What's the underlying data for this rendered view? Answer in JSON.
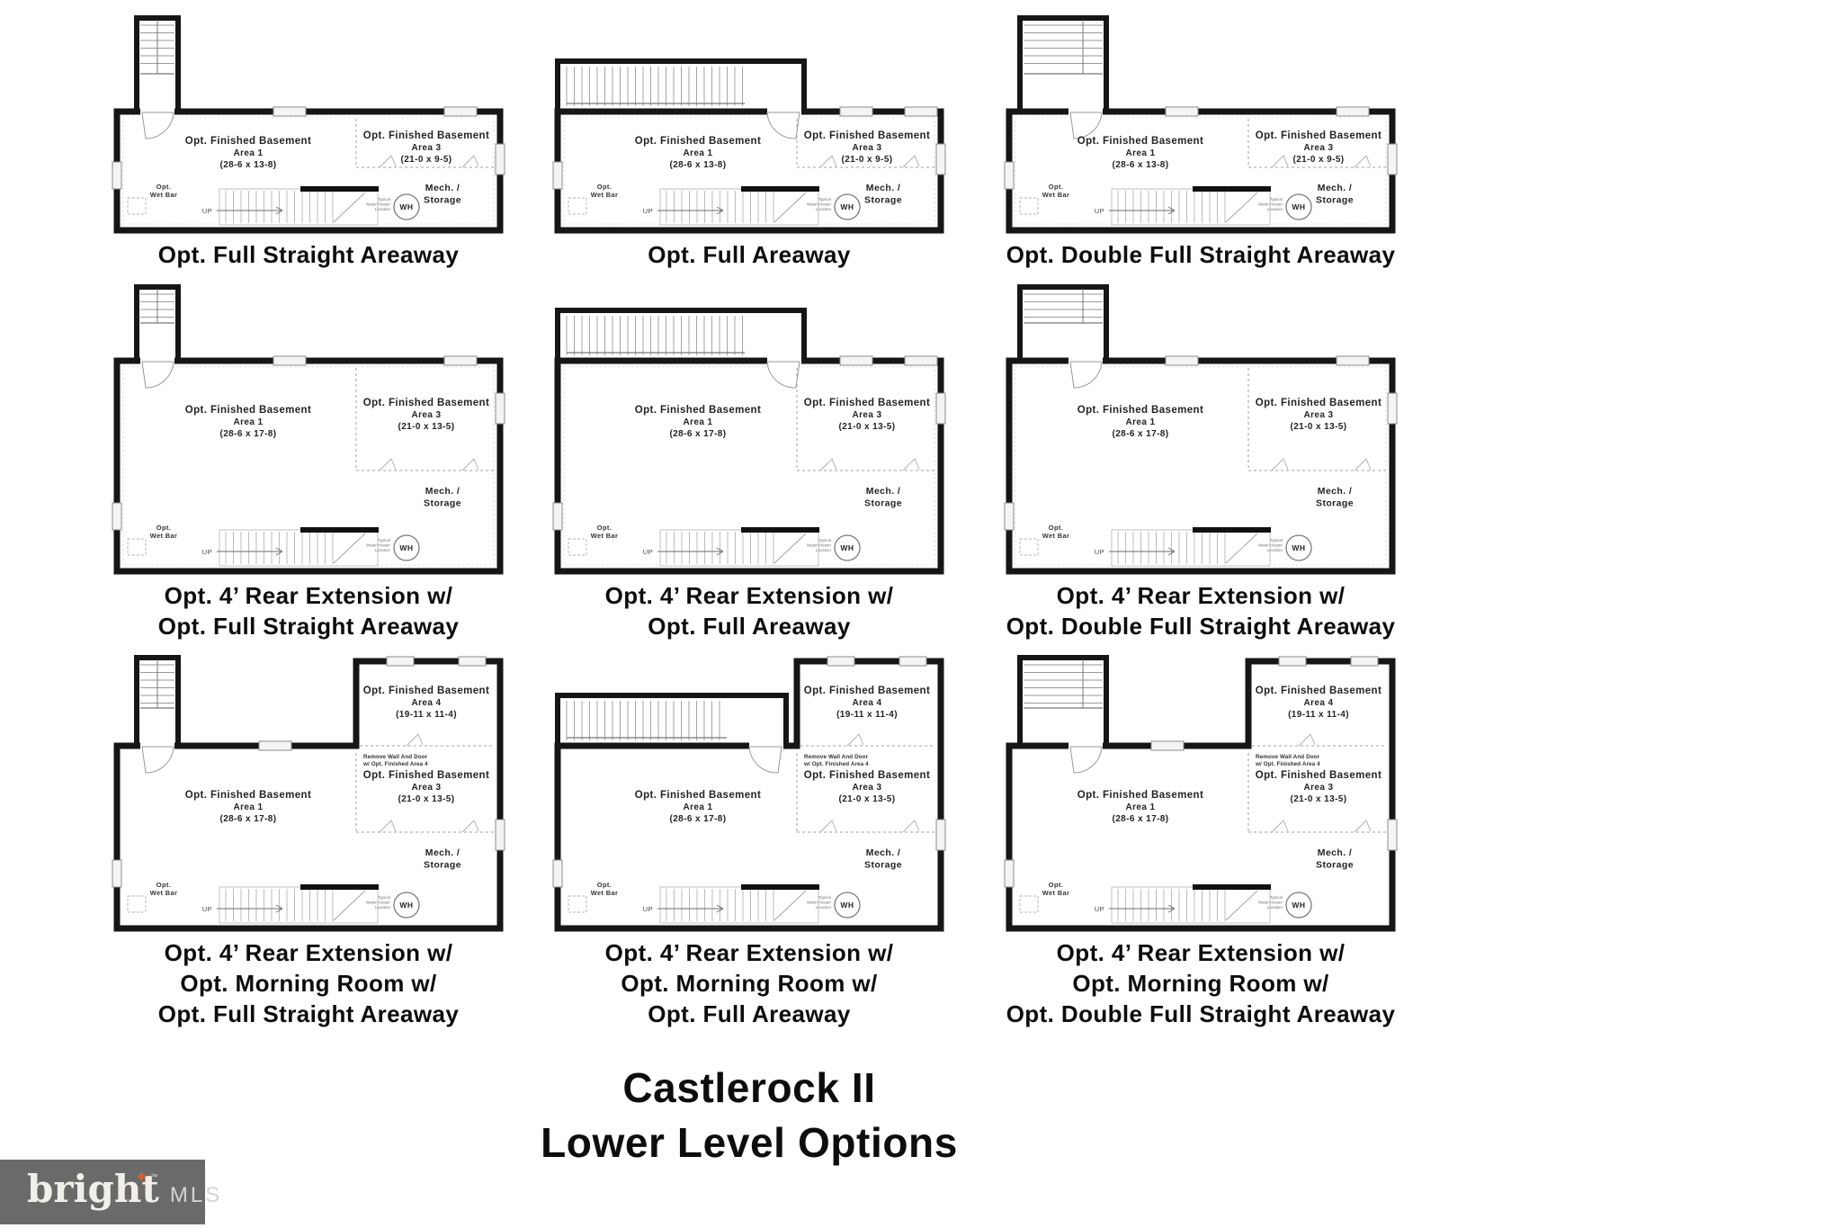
{
  "title": {
    "line1": "Castlerock II",
    "line2": "Lower Level Options"
  },
  "logo": {
    "brand": "bright",
    "star": "✦",
    "tm": "™",
    "suffix": "MLS"
  },
  "shared": {
    "up": "UP",
    "wh": "WH",
    "wh_note": "Typical\nWater Heater\nLocation",
    "wet_bar": "Opt.\nWet Bar",
    "mech": "Mech. /\nStorage",
    "remove_note": "Remove Wall And Door\nw/ Opt. Finished Area 4"
  },
  "plans": [
    {
      "id": "full-straight-areaway",
      "stair": "straight",
      "size": "base",
      "caption": "Opt. Full Straight Areaway",
      "area1": "Opt. Finished Basement\nArea 1\n(28-6 x 13-8)",
      "area3": "Opt. Finished Basement\nArea 3\n(21-0 x 9-5)"
    },
    {
      "id": "rear-ext-full-straight-areaway",
      "stair": "straight",
      "size": "ext",
      "caption": "Opt. 4’ Rear Extension w/\nOpt. Full Straight Areaway",
      "area1": "Opt. Finished Basement\nArea 1\n(28-6 x 17-8)",
      "area3": "Opt. Finished Basement\nArea 3\n(21-0 x 13-5)"
    },
    {
      "id": "rear-ext-morning-full-straight-areaway",
      "stair": "straight",
      "size": "morning",
      "caption": "Opt. 4’ Rear Extension w/\nOpt. Morning Room w/\nOpt. Full Straight Areaway",
      "area1": "Opt. Finished Basement\nArea 1\n(28-6 x 17-8)",
      "area3": "Opt. Finished Basement\nArea 3\n(21-0 x 13-5)",
      "area4": "Opt. Finished Basement\nArea 4\n(19-11 x 11-4)"
    },
    {
      "id": "full-areaway",
      "stair": "areaway",
      "size": "base",
      "caption": "Opt. Full Areaway",
      "area1": "Opt. Finished Basement\nArea 1\n(28-6 x 13-8)",
      "area3": "Opt. Finished Basement\nArea 3\n(21-0 x 9-5)"
    },
    {
      "id": "rear-ext-full-areaway",
      "stair": "areaway",
      "size": "ext",
      "caption": "Opt. 4’ Rear Extension w/\nOpt. Full Areaway",
      "area1": "Opt. Finished Basement\nArea 1\n(28-6 x 17-8)",
      "area3": "Opt. Finished Basement\nArea 3\n(21-0 x 13-5)"
    },
    {
      "id": "rear-ext-morning-full-areaway",
      "stair": "areaway",
      "size": "morning",
      "caption": "Opt. 4’ Rear Extension w/\nOpt. Morning Room w/\nOpt. Full Areaway",
      "area1": "Opt. Finished Basement\nArea 1\n(28-6 x 17-8)",
      "area3": "Opt. Finished Basement\nArea 3\n(21-0 x 13-5)",
      "area4": "Opt. Finished Basement\nArea 4\n(19-11 x 11-4)"
    },
    {
      "id": "double-full-straight-areaway",
      "stair": "double",
      "size": "base",
      "caption": "Opt. Double Full Straight Areaway",
      "area1": "Opt. Finished Basement\nArea 1\n(28-6 x 13-8)",
      "area3": "Opt. Finished Basement\nArea 3\n(21-0 x 9-5)"
    },
    {
      "id": "rear-ext-double-full-straight-areaway",
      "stair": "double",
      "size": "ext",
      "caption": "Opt. 4’ Rear Extension w/\nOpt. Double Full Straight Areaway",
      "area1": "Opt. Finished Basement\nArea 1\n(28-6 x 17-8)",
      "area3": "Opt. Finished Basement\nArea 3\n(21-0 x 13-5)"
    },
    {
      "id": "rear-ext-morning-double-full-straight-areaway",
      "stair": "double",
      "size": "morning",
      "caption": "Opt. 4’ Rear Extension w/\nOpt. Morning Room w/\nOpt. Double Full Straight Areaway",
      "area1": "Opt. Finished Basement\nArea 1\n(28-6 x 17-8)",
      "area3": "Opt. Finished Basement\nArea 3\n(21-0 x 13-5)",
      "area4": "Opt. Finished Basement\nArea 4\n(19-11 x 11-4)"
    }
  ]
}
